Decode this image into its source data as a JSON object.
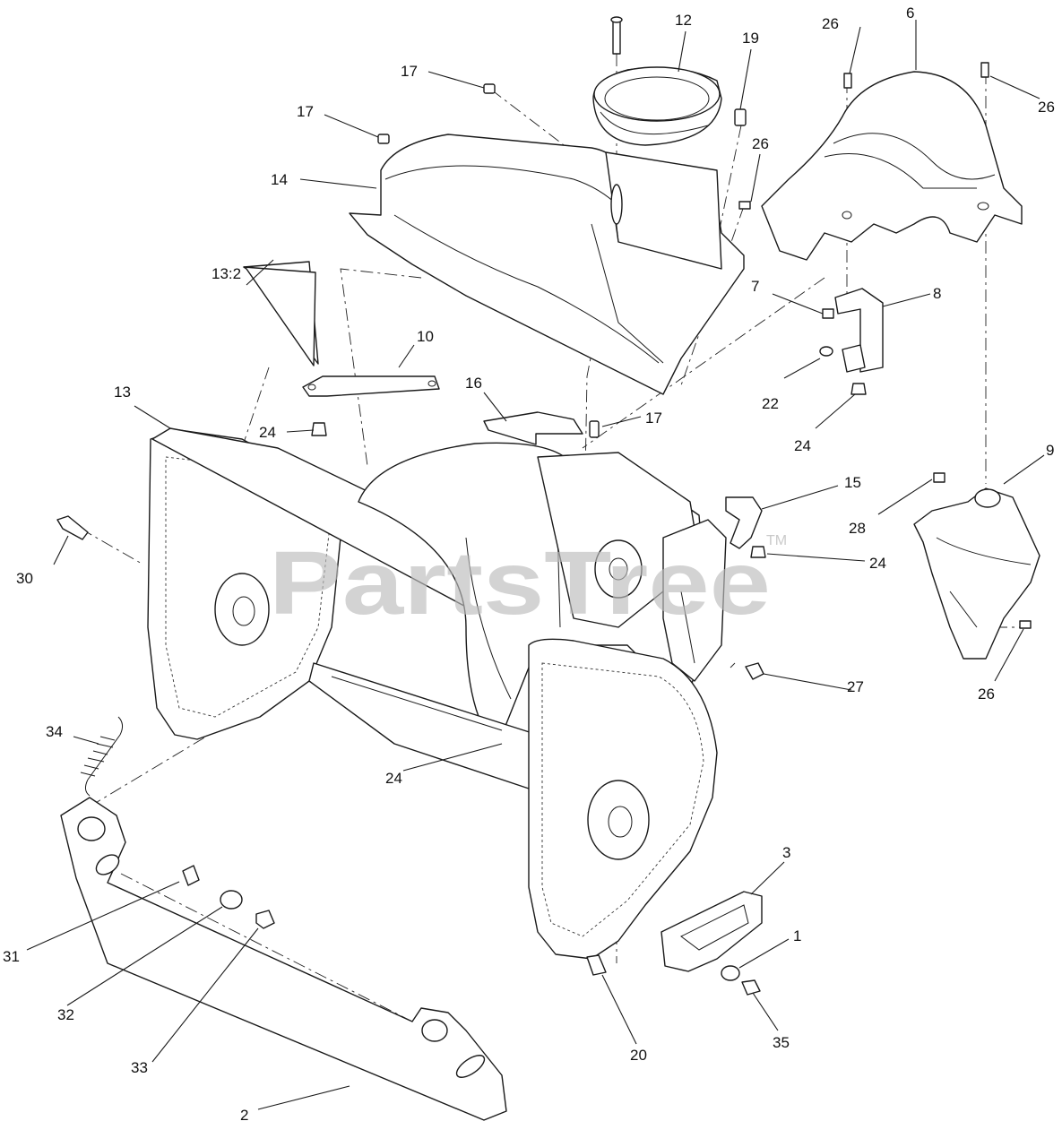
{
  "diagram": {
    "callouts": [
      {
        "id": "c1",
        "label": "1"
      },
      {
        "id": "c2",
        "label": "2"
      },
      {
        "id": "c3",
        "label": "3"
      },
      {
        "id": "c6",
        "label": "6"
      },
      {
        "id": "c7",
        "label": "7"
      },
      {
        "id": "c8",
        "label": "8"
      },
      {
        "id": "c9",
        "label": "9"
      },
      {
        "id": "c10",
        "label": "10"
      },
      {
        "id": "c12",
        "label": "12"
      },
      {
        "id": "c13",
        "label": "13"
      },
      {
        "id": "c13b",
        "label": "13:2"
      },
      {
        "id": "c14",
        "label": "14"
      },
      {
        "id": "c15",
        "label": "15"
      },
      {
        "id": "c16",
        "label": "16"
      },
      {
        "id": "c17a",
        "label": "17"
      },
      {
        "id": "c17b",
        "label": "17"
      },
      {
        "id": "c17c",
        "label": "17"
      },
      {
        "id": "c19",
        "label": "19"
      },
      {
        "id": "c20",
        "label": "20"
      },
      {
        "id": "c22",
        "label": "22"
      },
      {
        "id": "c24a",
        "label": "24"
      },
      {
        "id": "c24b",
        "label": "24"
      },
      {
        "id": "c24c",
        "label": "24"
      },
      {
        "id": "c24d",
        "label": "24"
      },
      {
        "id": "c26a",
        "label": "26"
      },
      {
        "id": "c26b",
        "label": "26"
      },
      {
        "id": "c26c",
        "label": "26"
      },
      {
        "id": "c26d",
        "label": "26"
      },
      {
        "id": "c27",
        "label": "27"
      },
      {
        "id": "c28",
        "label": "28"
      },
      {
        "id": "c30",
        "label": "30"
      },
      {
        "id": "c31",
        "label": "31"
      },
      {
        "id": "c32",
        "label": "32"
      },
      {
        "id": "c33",
        "label": "33"
      },
      {
        "id": "c34",
        "label": "34"
      },
      {
        "id": "c35",
        "label": "35"
      }
    ]
  },
  "watermark": {
    "text": "PartsTree",
    "trademark": "TM",
    "color": "#bdbdbd"
  }
}
